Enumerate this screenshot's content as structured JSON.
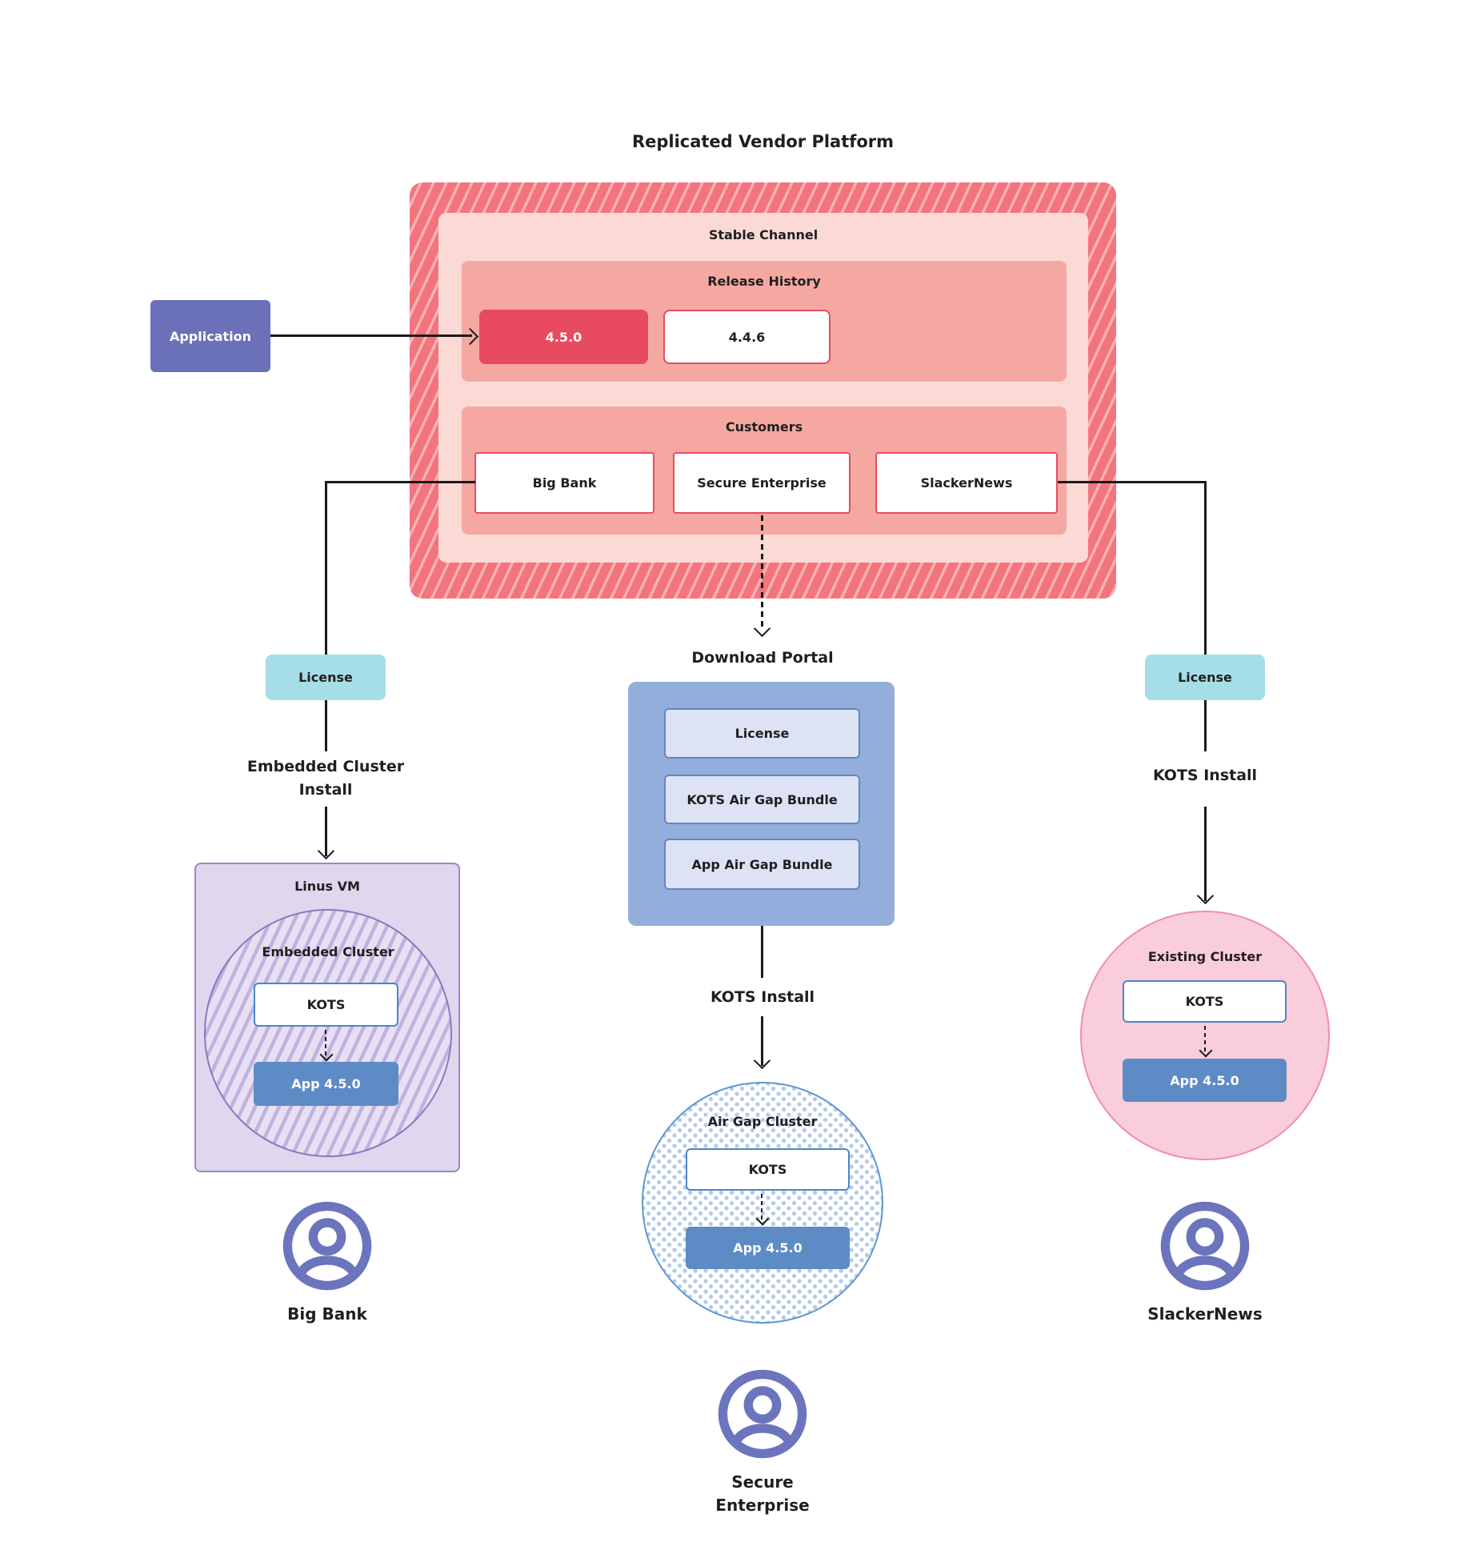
{
  "colors": {
    "line": "#1a1a1a",
    "text": "#1f1f1f",
    "red-accent": "#e84a5f",
    "stripe-base": "#f3747c",
    "stripe-light": "#f8b1b5",
    "pink-light": "#fbdad6",
    "pink-mid": "#f5a8a1",
    "purple-app": "#6a71b8",
    "cyan-license": "#a6dee8",
    "blue-portal": "#93aedb",
    "portal-item-bg": "#dde3f5",
    "portal-item-border": "#5f87c2",
    "blue-app": "#5d8bc6",
    "kots-border": "#4a86c8",
    "lavender-bg": "#ded7ed",
    "lavender-border": "#9c86c6",
    "hatch-light": "#e6e0f3",
    "hatch-dark": "#c3b0e0",
    "circle-border-purple": "#8f76bd",
    "airgap-border": "#5e96cf",
    "airgap-dot": "#b3cbe9",
    "pink-cluster-bg": "#f9cdd9",
    "pink-cluster-border": "#ef8fad",
    "person": "#6b74bd"
  },
  "title": "Replicated Vendor Platform",
  "platform": {
    "channel_label": "Stable Channel",
    "release_history": {
      "label": "Release History",
      "current_version": "4.5.0",
      "previous_version": "4.4.6"
    },
    "customers": {
      "label": "Customers",
      "names": [
        "Big Bank",
        "Secure Enterprise",
        "SlackerNews"
      ]
    }
  },
  "application_label": "Application",
  "left_flow": {
    "license_label": "License",
    "install_label": "Embedded Cluster Install"
  },
  "center_flow": {
    "portal_title": "Download Portal",
    "portal_items": [
      "License",
      "KOTS Air Gap Bundle",
      "App Air Gap Bundle"
    ],
    "install_label": "KOTS Install"
  },
  "right_flow": {
    "license_label": "License",
    "install_label": "KOTS Install"
  },
  "clusters": {
    "embedded": {
      "vm_label": "Linus VM",
      "name": "Embedded Cluster",
      "kots_label": "KOTS",
      "app_label": "App 4.5.0"
    },
    "airgap": {
      "name": "Air Gap Cluster",
      "kots_label": "KOTS",
      "app_label": "App 4.5.0"
    },
    "existing": {
      "name": "Existing Cluster",
      "kots_label": "KOTS",
      "app_label": "App 4.5.0"
    }
  },
  "users": {
    "left": "Big Bank",
    "center": "Secure Enterprise",
    "right": "SlackerNews"
  }
}
